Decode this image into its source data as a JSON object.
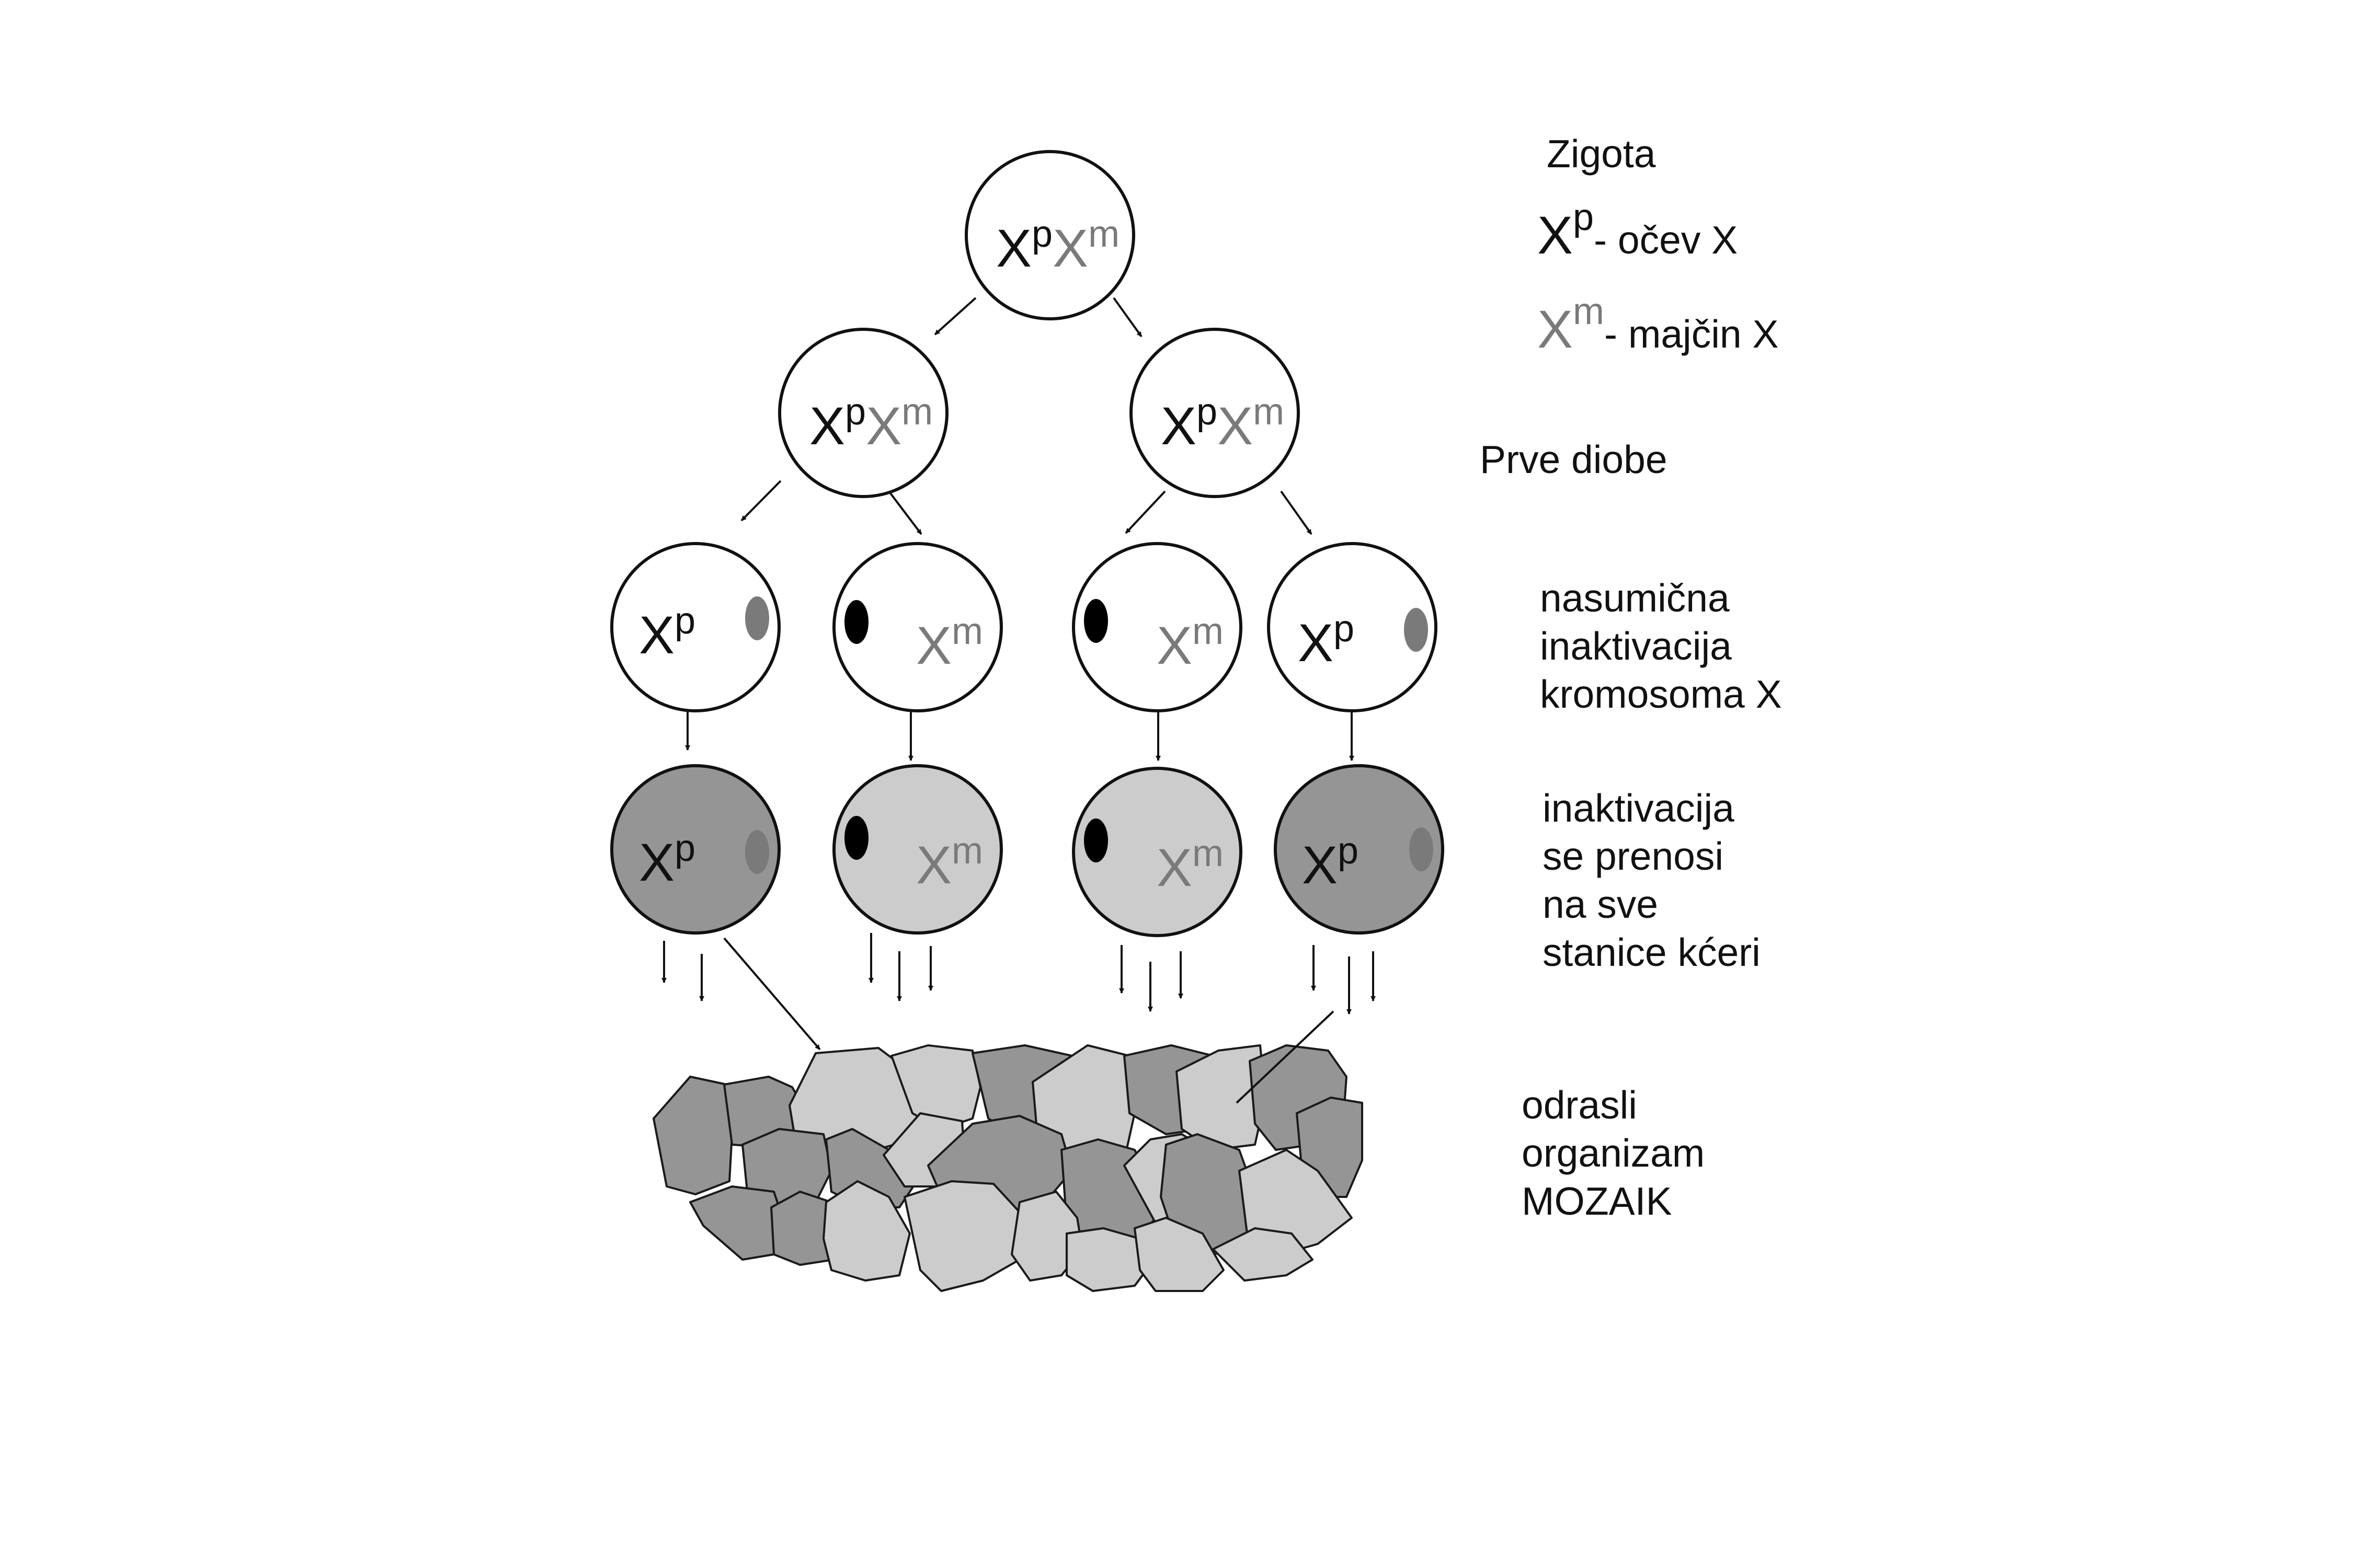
{
  "legend": {
    "zygote_label": "Zigota",
    "paternal": {
      "base": "X",
      "sup": "p",
      "text": "- očev X"
    },
    "maternal": {
      "base": "X",
      "sup": "m",
      "text": "- majčin X"
    }
  },
  "stage_labels": {
    "first_divisions": "Prve diobe",
    "random_inactivation": [
      "nasumična",
      "inaktivacija",
      "kromosoma X"
    ],
    "inheritance": [
      "inaktivacija",
      "se prenosi",
      "na sve",
      "stanice kćeri"
    ],
    "adult": [
      "odrasli",
      "organizam",
      "MOZAIK"
    ]
  },
  "chromosomes": {
    "paternal": {
      "base": "X",
      "sup": "p"
    },
    "maternal": {
      "base": "X",
      "sup": "m"
    }
  },
  "colors": {
    "paternal_text": "#111111",
    "maternal_text": "#7a7a7a",
    "active_paternal_cell": "#959595",
    "active_maternal_cell": "#cccccc",
    "undifferentiated_cell": "#ffffff",
    "barr_body_paternal": "#000000",
    "barr_body_maternal": "#7a7a7a"
  }
}
